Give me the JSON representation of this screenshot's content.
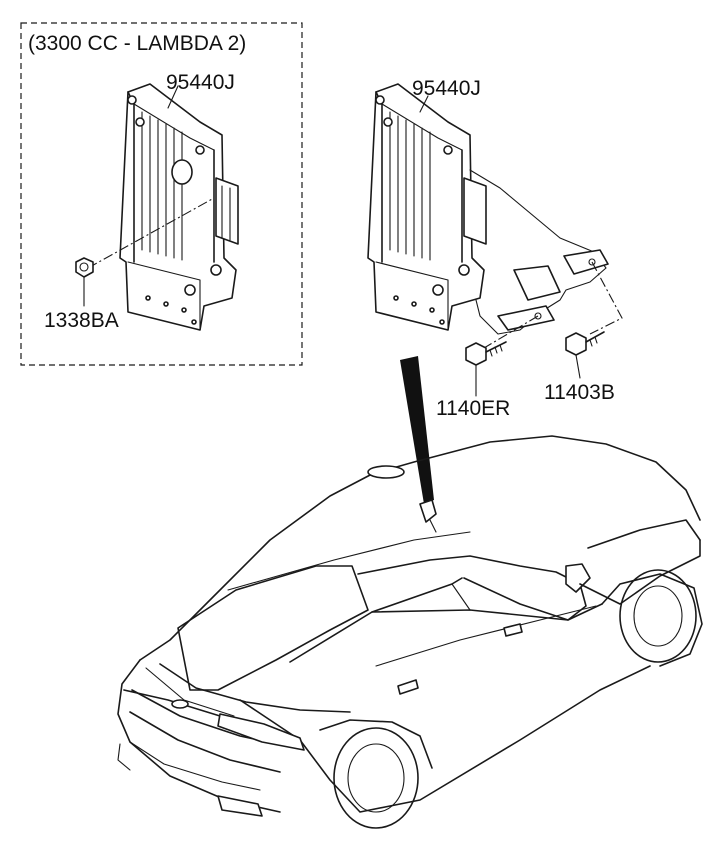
{
  "variant_box": {
    "title": "(3300 CC - LAMBDA 2)"
  },
  "labels": {
    "tcm_left": "95440J",
    "nut_left": "1338BA",
    "tcm_right": "95440J",
    "bolt_left": "1140ER",
    "bolt_right": "11403B"
  }
}
